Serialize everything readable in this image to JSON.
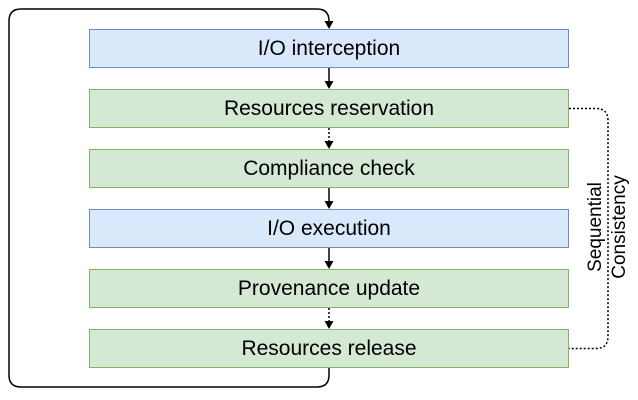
{
  "colors": {
    "io_fill": "#dae8fc",
    "io_border": "#6c8ebf",
    "policy_fill": "#d5e8d4",
    "policy_border": "#82b366",
    "line": "#000000"
  },
  "steps": [
    {
      "label": "I/O interception",
      "kind": "io"
    },
    {
      "label": "Resources reservation",
      "kind": "policy"
    },
    {
      "label": "Compliance check",
      "kind": "policy"
    },
    {
      "label": "I/O execution",
      "kind": "io"
    },
    {
      "label": "Provenance update",
      "kind": "policy"
    },
    {
      "label": "Resources release",
      "kind": "policy"
    }
  ],
  "connectors": [
    {
      "from": 0,
      "to": 1,
      "style": "solid"
    },
    {
      "from": 1,
      "to": 2,
      "style": "dotted"
    },
    {
      "from": 2,
      "to": 3,
      "style": "solid"
    },
    {
      "from": 3,
      "to": 4,
      "style": "solid"
    },
    {
      "from": 4,
      "to": 5,
      "style": "dotted"
    }
  ],
  "loop": {
    "from": 5,
    "to": 0,
    "style": "solid"
  },
  "bracket": {
    "from": 1,
    "to": 5,
    "style": "dotted",
    "label_lines": [
      "Sequential",
      "Consistency"
    ]
  }
}
